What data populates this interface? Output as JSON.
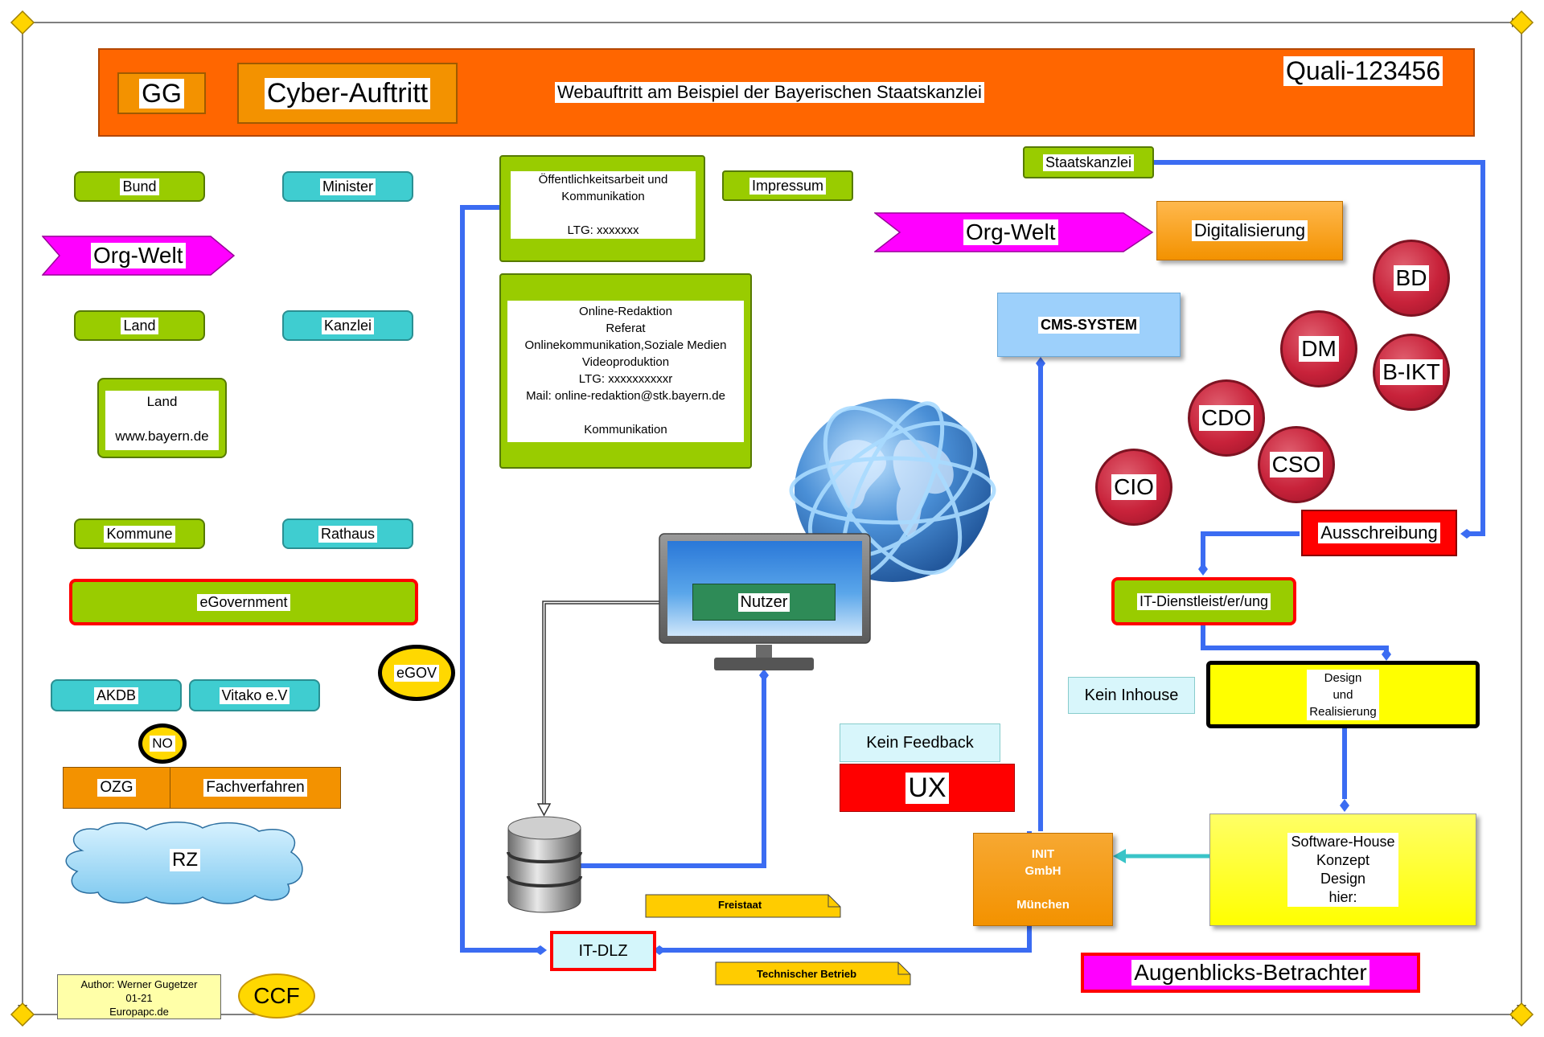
{
  "header": {
    "gg": "GG",
    "cyber": "Cyber-Auftritt",
    "subtitle": "Webauftritt am Beispiel der Bayerischen Staatskanzlei",
    "quali": "Quali-123456"
  },
  "left": {
    "bund": "Bund",
    "minister": "Minister",
    "org_welt": "Org-Welt",
    "land": "Land",
    "kanzlei": "Kanzlei",
    "land_box_title": "Land",
    "land_box_url": "www.bayern.de",
    "kommune": "Kommune",
    "rathaus": "Rathaus",
    "egovernment": "eGovernment",
    "egov": "eGOV",
    "akdb": "AKDB",
    "vitako": "Vitako e.V",
    "no": "NO",
    "ozg": "OZG",
    "fachverfahren": "Fachverfahren",
    "rz": "RZ",
    "author_line1": "Author: Werner Gugetzer",
    "author_line2": "01-21",
    "author_line3": "Europapc.de",
    "ccf": "CCF"
  },
  "middle": {
    "oeff_line1": "Öffentlichkeitsarbeit und",
    "oeff_line2": "Kommunikation",
    "oeff_line3": "LTG: xxxxxxx",
    "impressum": "Impressum",
    "online_lines": [
      "Online-Redaktion",
      "Referat",
      "Onlinekommunikation,Soziale Medien",
      "Videoproduktion",
      "LTG: xxxxxxxxxxr",
      "Mail: online-redaktion@stk.bayern.de",
      "",
      "Kommunikation"
    ],
    "nutzer": "Nutzer",
    "freistaat": "Freistaat",
    "it_dlz": "IT-DLZ",
    "technischer_betrieb": "Technischer Betrieb",
    "kein_feedback": "Kein Feedback",
    "ux": "UX"
  },
  "right": {
    "staatskanzlei": "Staatskanzlei",
    "org_welt": "Org-Welt",
    "digitalisierung": "Digitalisierung",
    "cms": "CMS-SYSTEM",
    "roles": [
      "BD",
      "DM",
      "B-IKT",
      "CDO",
      "CSO",
      "CIO"
    ],
    "ausschreibung": "Ausschreibung",
    "it_dienstleistung": "IT-Dienstleist/er/ung",
    "kein_inhouse": "Kein Inhouse",
    "design_lines": [
      "Design",
      "und",
      "Realisierung"
    ],
    "software_lines": [
      "Software-House",
      "Konzept",
      "Design",
      "hier:"
    ],
    "init_lines": [
      "INIT",
      "GmbH",
      "",
      "München"
    ],
    "augenblicks": "Augenblicks-Betrachter"
  },
  "colors": {
    "connector_blue": "#3b6cf2",
    "header_orange": "#ff6600",
    "green": "#99cc00",
    "teal": "#3fcdd0",
    "magenta": "#ff00ff",
    "red": "#ff0000",
    "yellow": "#ffff00"
  }
}
